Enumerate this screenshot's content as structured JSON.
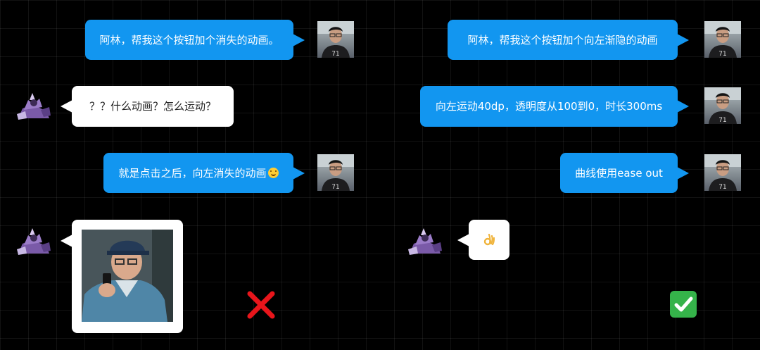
{
  "left": {
    "messages": [
      {
        "text": "阿林，帮我这个按钮加个消失的动画。"
      },
      {
        "text": "？？什么动画？怎么运动？"
      },
      {
        "text": "就是点击之后，向左消失的动画"
      }
    ],
    "result_icon": "cross-mark-icon"
  },
  "right": {
    "messages": [
      {
        "text": "阿林，帮我这个按钮加个向左渐隐的动画"
      },
      {
        "text": "向左运动40dp，透明度从100到0，时长300ms"
      },
      {
        "text": "曲线使用ease out"
      },
      {
        "text": ""
      }
    ],
    "result_icon": "check-mark-icon"
  },
  "colors": {
    "user_bubble": "#1296f0",
    "reply_bubble": "#ffffff",
    "cross": "#e8151b",
    "check": "#35b34a",
    "background": "#000000"
  }
}
